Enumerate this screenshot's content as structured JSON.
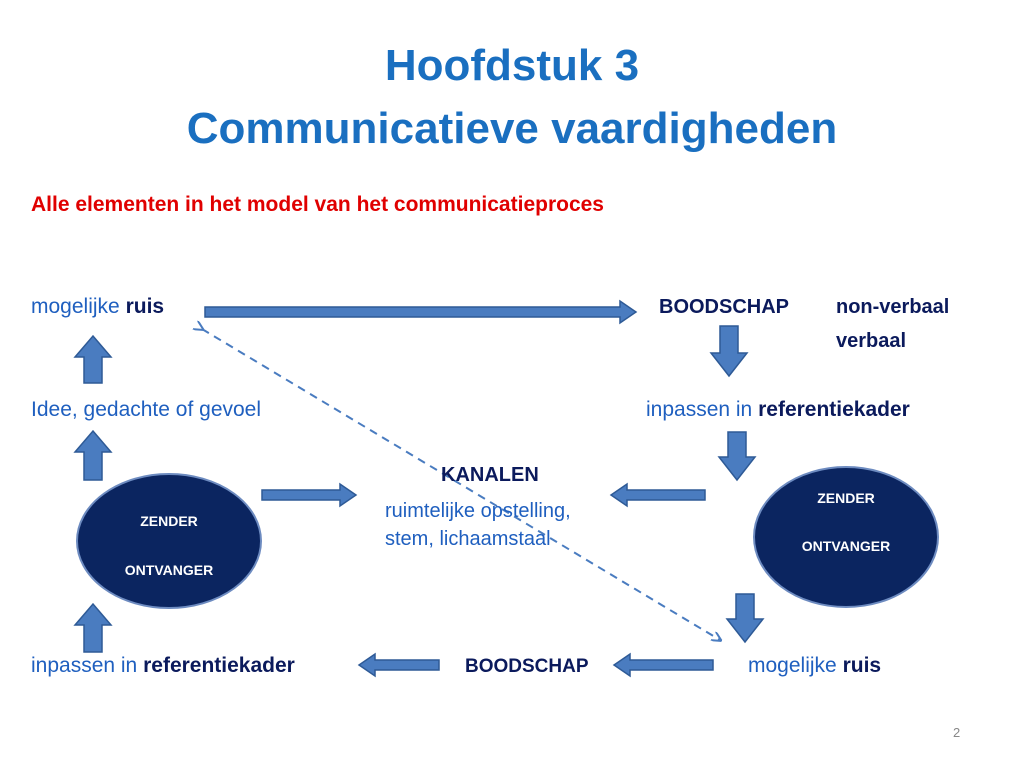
{
  "slide": {
    "title_line1": "Hoofdstuk 3",
    "title_line2": "Communicatieve vaardigheden",
    "subtitle": "Alle elementen in het model van het communicatieproces",
    "page_number": "2"
  },
  "left": {
    "noise_prefix": "mogelijke",
    "noise_word": "ruis",
    "idea": "Idee, gedachte of gevoel",
    "frame_prefix": "inpassen in",
    "frame_word": "referentiekader"
  },
  "right": {
    "message": "BOODSCHAP",
    "nonverbal": "non-verbaal",
    "verbal": "verbaal",
    "frame_prefix": "inpassen in",
    "frame_word": "referentiekader",
    "noise_prefix": "mogelijke",
    "noise_word": "ruis"
  },
  "center": {
    "channels_title": "KANALEN",
    "channels_line1": "ruimtelijke opstelling,",
    "channels_line2": "stem, lichaamstaal",
    "bottom_message": "BOODSCHAP"
  },
  "left_circle": {
    "sender": "ZENDER",
    "receiver": "ONTVANGER"
  },
  "right_circle": {
    "sender": "ZENDER",
    "receiver": "ONTVANGER"
  },
  "colors": {
    "title": "#1a6fc0",
    "subtitle": "#e00000",
    "text_blue": "#1f5fbf",
    "text_dark": "#0b1a5c",
    "circle_fill": "#0b2560",
    "arrow_fill": "#4a7cc0",
    "arrow_stroke": "#2e5a96"
  }
}
